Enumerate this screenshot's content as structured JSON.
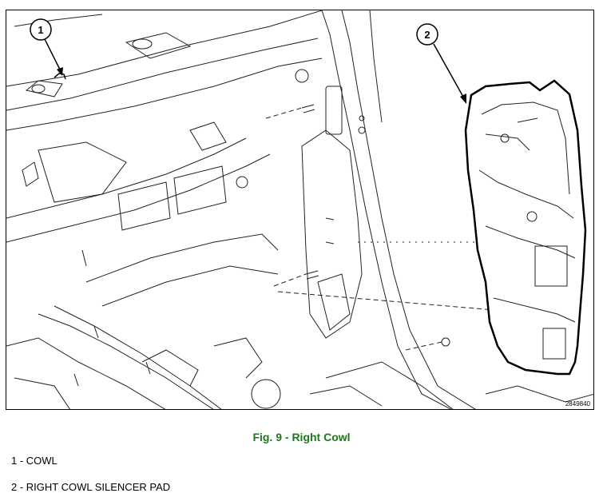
{
  "figure": {
    "id": "2849840",
    "callouts": [
      "1",
      "2"
    ],
    "caption": "Fig. 9 - Right Cowl"
  },
  "legend": [
    {
      "text": "1 - COWL"
    },
    {
      "text": "2 - RIGHT COWL SILENCER PAD"
    }
  ],
  "colors": {
    "caption": "#1a7a1a",
    "line": "#000000"
  }
}
